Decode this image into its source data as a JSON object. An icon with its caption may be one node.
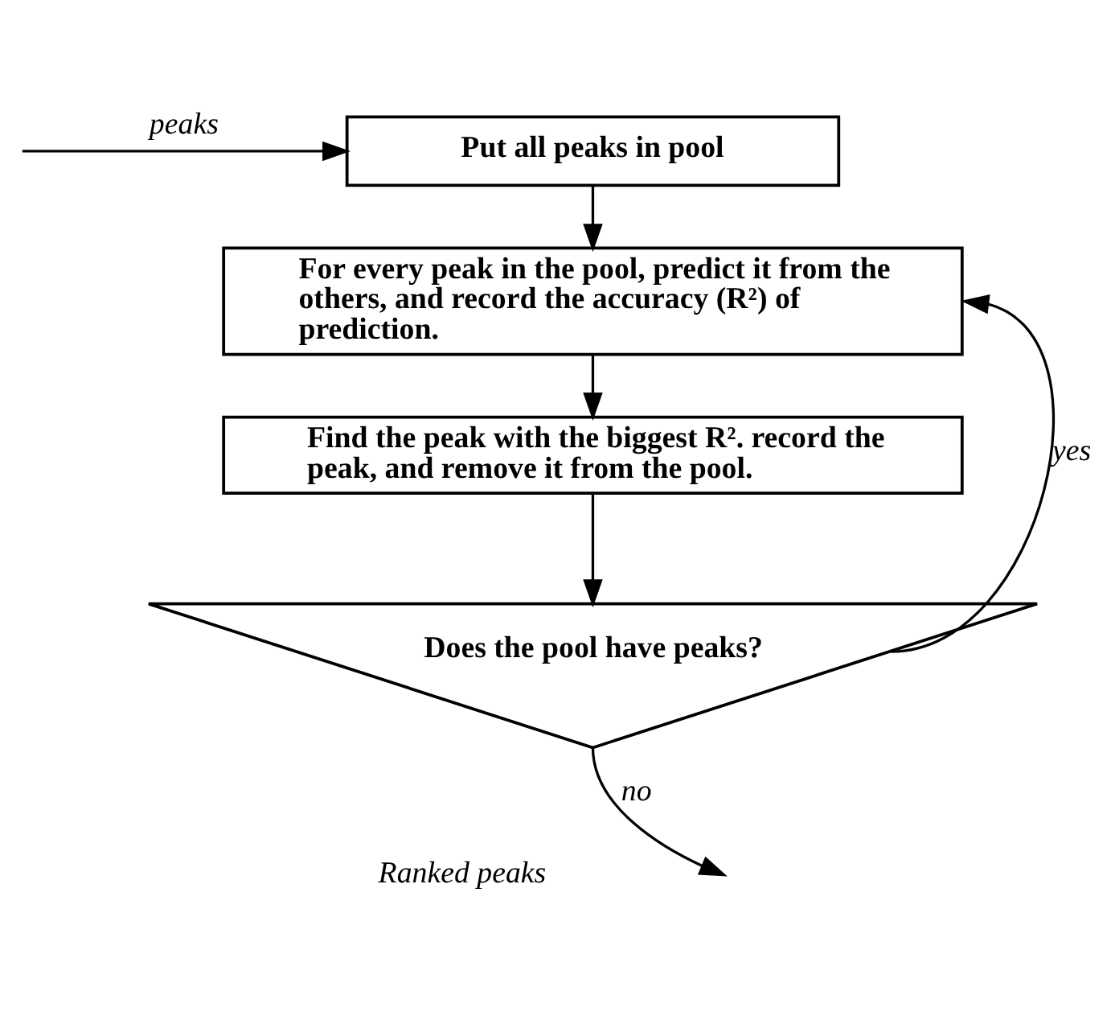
{
  "diagram": {
    "nodes": [
      {
        "text": [
          "Put all peaks in pool"
        ]
      },
      {
        "text": [
          "For every peak in the pool, predict it from the others, and record the accuracy (R²) of prediction."
        ]
      },
      {
        "text": [
          "Find the peak with the biggest R². record the peak, and remove it from the pool."
        ]
      },
      {
        "text": [
          "Does the pool have peaks?"
        ]
      }
    ],
    "edges": [
      {
        "from": null,
        "to": 0,
        "arrow": "to",
        "label": "peaks"
      },
      {
        "from": 0,
        "to": 1,
        "arrow": "to"
      },
      {
        "from": 1,
        "to": 2,
        "arrow": "to"
      },
      {
        "from": 2,
        "to": 3,
        "arrow": "to"
      },
      {
        "from": 3,
        "to": 1,
        "arrow": "to",
        "label": "yes"
      },
      {
        "from": 3,
        "to": null,
        "arrow": "to",
        "label": "no"
      }
    ],
    "labels": [
      "Ranked peaks"
    ]
  }
}
